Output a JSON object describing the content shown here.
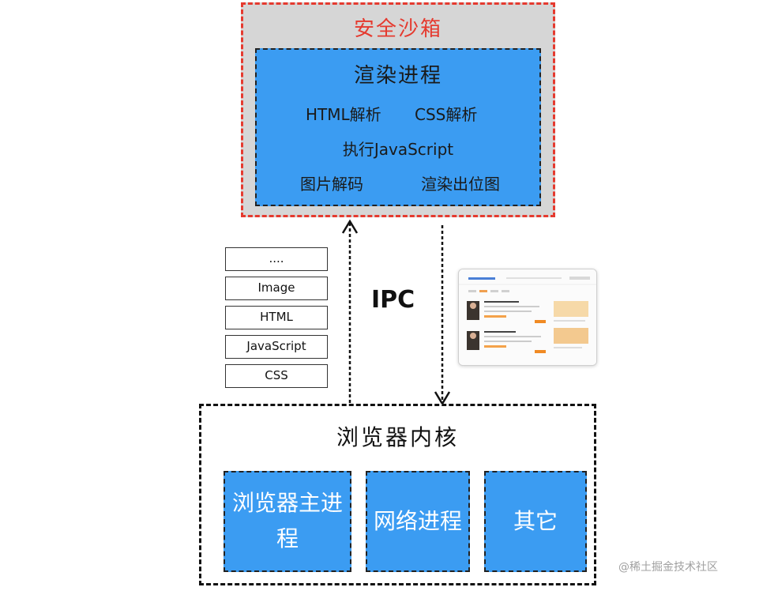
{
  "sandbox": {
    "title": "安全沙箱",
    "render_process": {
      "title": "渲染进程",
      "tasks": [
        "HTML解析",
        "CSS解析",
        "执行JavaScript",
        "图片解码",
        "渲染出位图"
      ]
    }
  },
  "ipc": {
    "label": "IPC"
  },
  "resources": [
    "....",
    "Image",
    "HTML",
    "JavaScript",
    "CSS"
  ],
  "kernel": {
    "title": "浏览器内核",
    "processes": [
      "浏览器主进程",
      "网络进程",
      "其它"
    ]
  },
  "watermark": "@稀土掘金技术社区",
  "colors": {
    "sandbox_border": "#e53a2f",
    "sandbox_bg": "#d6d6d6",
    "process_blue": "#3b9cf2"
  },
  "icons": {
    "webpage_thumbnail": "webpage-thumbnail-icon"
  }
}
